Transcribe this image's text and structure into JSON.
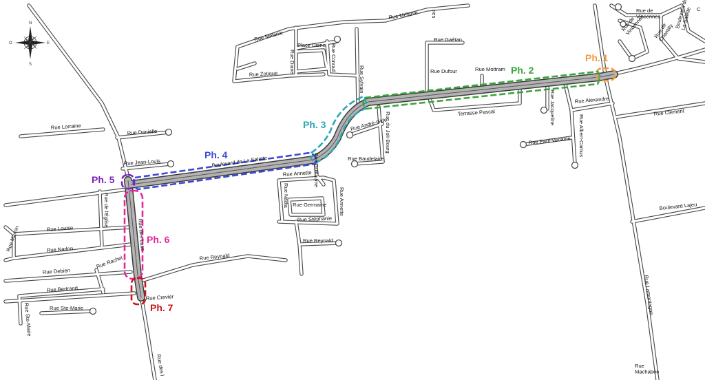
{
  "phases": [
    {
      "label": "Ph. 1",
      "color": "#f39a3c"
    },
    {
      "label": "Ph. 2",
      "color": "#3aa63a"
    },
    {
      "label": "Ph. 3",
      "color": "#2aa7b5"
    },
    {
      "label": "Ph. 4",
      "color": "#3d49d6"
    },
    {
      "label": "Ph. 5",
      "color": "#7b22b8"
    },
    {
      "label": "Ph. 6",
      "color": "#e3279b"
    },
    {
      "label": "Ph. 7",
      "color": "#c8141c"
    }
  ],
  "compass": {
    "n": "N",
    "s": "S",
    "e": "E",
    "o": "O"
  },
  "streets": {
    "melanie_a": "Rue Mélanie",
    "melanie_b": "Rue Mélanie",
    "melanie_top": "nes",
    "place_diane": "Place Diane",
    "conrad": "Rue Conrad",
    "diane": "Rue Diane",
    "zotique": "Rue Zotique",
    "sylvain": "Rue Sylvain",
    "gaetan": "Rue Gaétan",
    "dufour": "Rue Dufour",
    "mottram": "Rue Mottram",
    "jacqueline": "Rue Jacqueline",
    "terrasse_pascal": "Terrasse  Pascal",
    "alexandre": "Rue Alexandre",
    "albert_camus": "Rue Albert-Camus",
    "paul_verlaine": "Rue Paul-Verlaine",
    "andre_gide": "Rue André-Gide",
    "joli_bourg": "Rue du Joli-Bourg",
    "baudelaire": "Rue Baudelaire",
    "boulevard_la_salette": "Boulevard de La Salette",
    "guillaume": "Rue Guillaume",
    "annette_a": "Rue Annette",
    "annette_b": "Rue Annette",
    "nadia": "Rue Nadia",
    "germaine": "Rue Germaine",
    "stephanie": "Rue Stéphanie",
    "reynald_a": "Rue Reynald",
    "reynald_b": "Rue Reynald",
    "lorraine": "Rue Lorraine",
    "danielle": "Rue Danielle",
    "jean_louis": "Rue Jean-Louis",
    "eglise": "Rue de l'Église",
    "louise": "Rue Louise",
    "nadon": "Rue Nadon",
    "manon": "Rue Manon",
    "des_lacs": "Rue des Lacs",
    "debien": "Rue Debien",
    "rachel": "Rue Rachel",
    "bertrand": "Rue Bertrand",
    "ste_marie_a": "Rue Ste-Marie",
    "ste_marie_b": "Rue Ste-Marie",
    "crevier": "Rue Crevier",
    "des_lacs_s": "Rue des l",
    "clement": "Rue Clément",
    "lajeunesse": "Boulevard Lajeu",
    "lamontagne": "Rue Lamontagne",
    "machabee": "Rue\nMachabée",
    "vincennes_a": "Rue de\nVincennes",
    "vincennes_b": "Rue de\nVincennes",
    "chantilly": "Rue de\nChantilly",
    "blvd_salette_ne": "Boulevard de\nLa Salette",
    "ne_c": "C"
  }
}
